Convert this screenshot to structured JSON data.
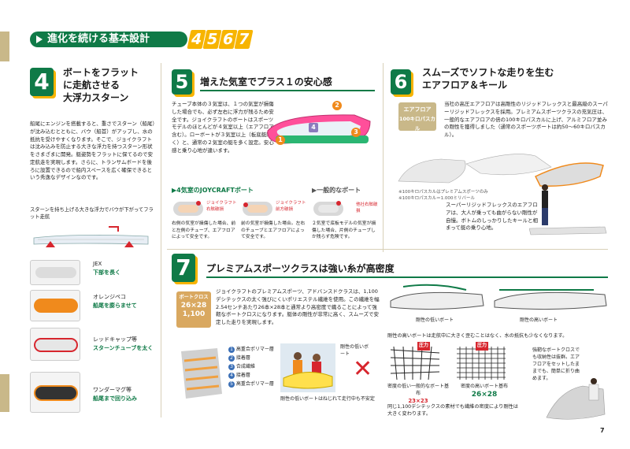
{
  "header": {
    "title": "進化を続ける基本設計",
    "numbers": [
      "4",
      "5",
      "6",
      "7"
    ]
  },
  "sec4": {
    "num": "4",
    "title": [
      "ボートをフラットに走航させる",
      "大浮力スターン"
    ],
    "title_lines": [
      "ボートをフラット",
      "に走航させる",
      "大浮力スターン"
    ],
    "body": "船尾にエンジンを搭載すると、重さでスターン（船尾）が沈み込むとともに、バウ（船首）がアップし、水の抵抗を受けやすくなります。そこで、ジョイクラフトは沈み込みを防止する大きな浮力を持つスターン形状をさまざまに開発。艇姿勢をフラットに保てるので安定航走を実現します。さらに、トランサムボードを後ろに設置できるので船内スペースを広く確保できるという秀逸なデザインなのです。",
    "diagram_caption": "スターンを持ち上げる大きな浮力でバウが下がってフラット走航",
    "items": [
      {
        "label": "JEX",
        "note": "下部を長く"
      },
      {
        "label": "オレンジペコ",
        "note": "船尾を膨らませて"
      },
      {
        "label": "レッドキャップ等",
        "note": "スターンチューブを太く"
      },
      {
        "label": "ワンダーマグ等",
        "note": "船尾まで回り込み"
      }
    ]
  },
  "sec5": {
    "num": "5",
    "title": "増えた気室でプラス１の安心感",
    "body": "チューブ本体の３気室は、１つの気室が損傷した場合でも、必ず左右に浮力が残るため安全です。ジョイクラフトのボートはスポーツモデルのほとんどが４気室以上（エアフロア含む）。ローボートが３気室以上（板底艇除く）と、通常の２気室の艇を多く設定。安心感と乗り心地が違います。",
    "chambers": [
      "1",
      "2",
      "3",
      "4"
    ],
    "compare_left_title": "4気室のJOYCRAFTボート",
    "compare_right_title": "一般的なボート",
    "diag_labels": [
      "ジョイクラフト右舷破損",
      "ジョイクラフト前方破損",
      "他社右舷破損"
    ],
    "captions": [
      "右側の気室が損傷した場合、前と左側のチューブ、エアフロアによって安全です。",
      "前の気室が損傷した場合。左右のチューブとエアフロアによって安全です。",
      "２気室で底板モデルの気室が損傷した場合、片側のチューブしか残らず危険です。"
    ]
  },
  "sec6": {
    "num": "6",
    "title": [
      "スムーズでソフトな走りを生む",
      "エアフロア＆キール"
    ],
    "tag": [
      "エアフロア",
      "100キロパスカル"
    ],
    "body": "当社の高圧エアフロアは高剛性のリジッドフレックスと最高級のスーパーリジッドフレックスを採用。プレミアムスポーツクラスの充気圧は、一般的なエアフロアの倍の100キロパスカルに上げ、アルミフロア並みの剛性を獲得しました（通常のスポーツボートは約50〜60キロパスカル）。",
    "note": [
      "※100キロパスカルはプレミアムスポーツのみ",
      "※100キロパスカル＝1.000ミリバール"
    ],
    "super_rigid": "スーパーリジッドフレックスのエアフロアは、大人が乗っても曲がらない剛性が自慢。ボトムのしっかりしたキールと相まって艇の乗り心地。"
  },
  "sec7": {
    "num": "7",
    "title": "プレミアムスポーツクラスは強い糸が高密度",
    "tag": [
      "ボートクロス",
      "26×28",
      "1,100"
    ],
    "body": "ジョイクラフトのプレミアムスポーツ、アドバンスドクラスは、1,100デシテックスの太く強びにくいポリエステル繊維を使用。この繊維を幅2.54センチあたり26本×28本と通常より高密度で織ることによって強靭なボートクロスになります。艇体の剛性が非常に高く、スムーズで安定した走りを実現します。",
    "layers": [
      "高重合ポリマー層",
      "接着層",
      "合成繊維",
      "接着層",
      "高重合ポリマー層"
    ],
    "layer_nums": [
      "1",
      "2",
      "3",
      "4",
      "5"
    ],
    "boat_labels": [
      "剛性の低いボート",
      "剛性の高いボート"
    ],
    "low_rigidity": "剛性の低いボート",
    "photo_caption": "剛性の低いボートはねじれて走行中も不安定",
    "rigidity_text": "剛性の高いボートは走航中に大きく歪むことはなく、水の抵抗も少なくなります。",
    "compress_tag": "圧力",
    "mesh_low": [
      "密度の低い一般的なボート基布",
      "23×23"
    ],
    "mesh_high": [
      "密度の高いボート基布",
      "26×28"
    ],
    "mesh_note": "同じ1,100デシテックスの素材でも繊維の密度により剛性は大きく変わります。",
    "fold_text": "強靭なボートクロスでも収納性は抜群。エアフロアをセットしたままでも、簡単に折り曲めます。"
  },
  "page_number": "7",
  "colors": {
    "green": "#0f7a47",
    "gold": "#f7b400",
    "tan": "#c9b889",
    "orange": "#f08a1c",
    "red": "#d7262e"
  }
}
